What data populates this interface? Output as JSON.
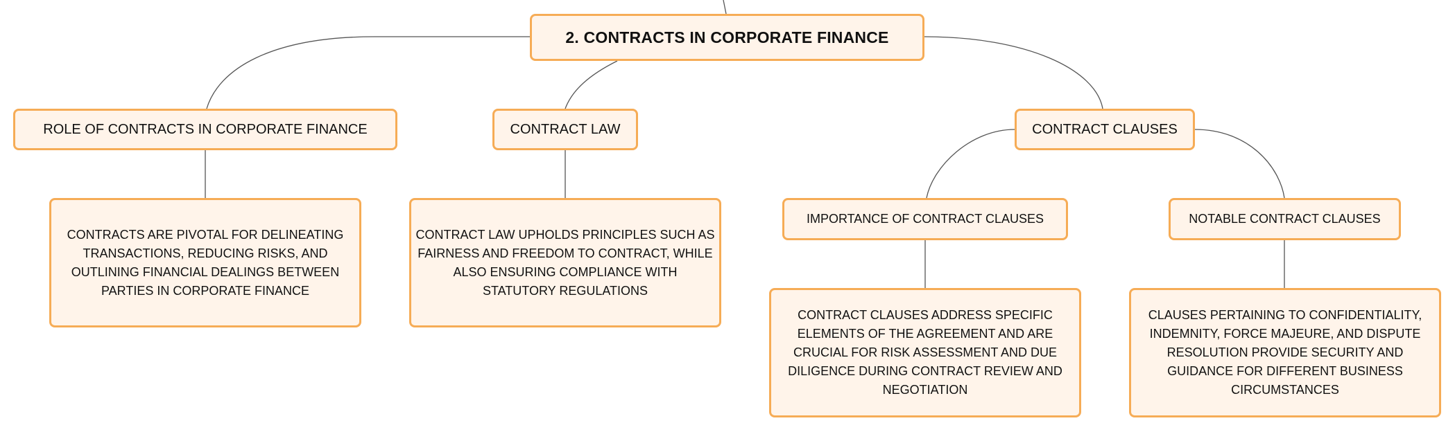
{
  "mindmap": {
    "root": {
      "label": "2. CONTRACTS IN CORPORATE FINANCE"
    },
    "role": {
      "label": "ROLE OF CONTRACTS IN CORPORATE FINANCE",
      "detail": "CONTRACTS ARE PIVOTAL FOR DELINEATING TRANSACTIONS, REDUCING RISKS, AND OUTLINING FINANCIAL DEALINGS BETWEEN PARTIES IN CORPORATE FINANCE"
    },
    "law": {
      "label": "CONTRACT LAW",
      "detail": "CONTRACT LAW UPHOLDS PRINCIPLES SUCH AS FAIRNESS AND FREEDOM TO CONTRACT, WHILE ALSO ENSURING COMPLIANCE WITH STATUTORY REGULATIONS"
    },
    "clauses": {
      "label": "CONTRACT CLAUSES",
      "importance": {
        "label": "IMPORTANCE OF CONTRACT CLAUSES",
        "detail": "CONTRACT CLAUSES ADDRESS SPECIFIC ELEMENTS OF THE AGREEMENT AND ARE CRUCIAL FOR RISK ASSESSMENT AND DUE DILIGENCE DURING CONTRACT REVIEW AND NEGOTIATION"
      },
      "notable": {
        "label": "NOTABLE CONTRACT CLAUSES",
        "detail": "CLAUSES PERTAINING TO CONFIDENTIALITY, INDEMNITY, FORCE MAJEURE, AND DISPUTE RESOLUTION PROVIDE SECURITY AND GUIDANCE FOR DIFFERENT BUSINESS CIRCUMSTANCES"
      }
    }
  },
  "colors": {
    "node_fill": "#fff4ea",
    "node_border": "#f6ac56",
    "edge": "#555555",
    "text": "#111111"
  }
}
